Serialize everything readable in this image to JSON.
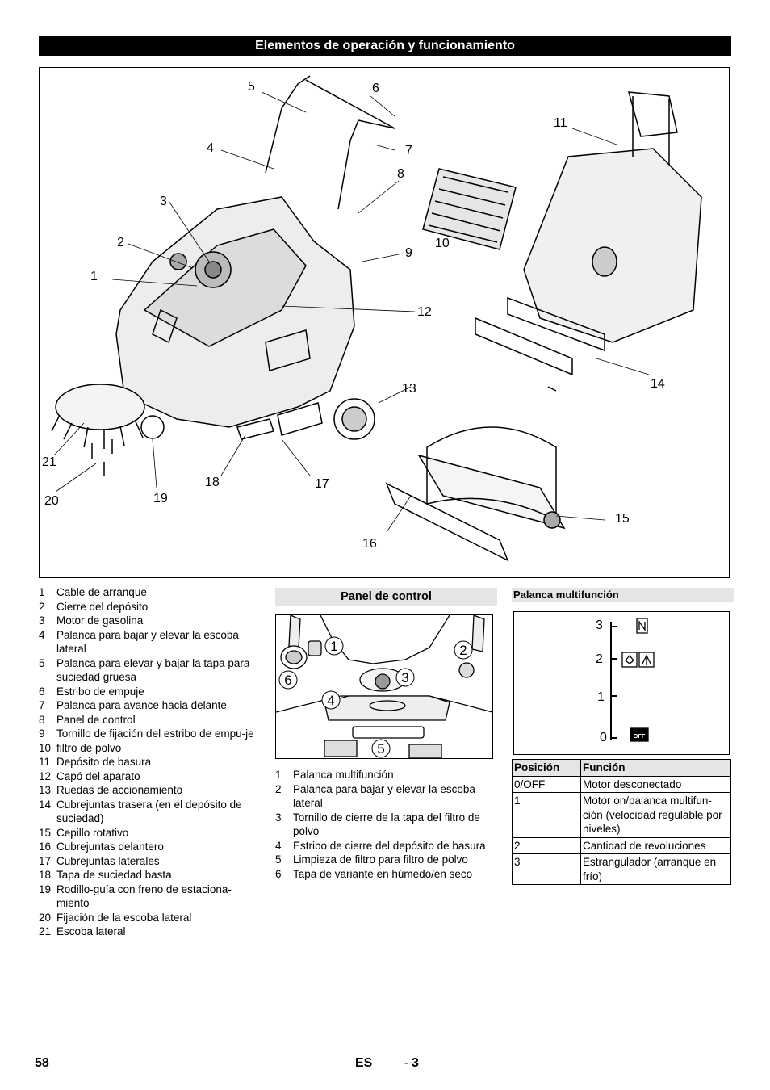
{
  "header": {
    "title": "Elementos de operación y funcionamiento"
  },
  "figure_callouts": [
    "1",
    "2",
    "3",
    "4",
    "5",
    "6",
    "7",
    "8",
    "9",
    "10",
    "11",
    "12",
    "13",
    "14",
    "15",
    "16",
    "17",
    "18",
    "19",
    "20",
    "21"
  ],
  "parts_list": [
    {
      "n": "1",
      "t": "Cable de arranque"
    },
    {
      "n": "2",
      "t": "Cierre del depósito"
    },
    {
      "n": "3",
      "t": "Motor de gasolina"
    },
    {
      "n": "4",
      "t": "Palanca para bajar y elevar la escoba lateral"
    },
    {
      "n": "5",
      "t": "Palanca para elevar y bajar la tapa para suciedad gruesa"
    },
    {
      "n": "6",
      "t": "Estribo de empuje"
    },
    {
      "n": "7",
      "t": "Palanca para avance hacia delante"
    },
    {
      "n": "8",
      "t": "Panel de control"
    },
    {
      "n": "9",
      "t": "Tornillo de fijación del estribo de empu-je"
    },
    {
      "n": "10",
      "t": "filtro de polvo"
    },
    {
      "n": "11",
      "t": "Depósito de basura"
    },
    {
      "n": "12",
      "t": "Capó del aparato"
    },
    {
      "n": "13",
      "t": "Ruedas de accionamiento"
    },
    {
      "n": "14",
      "t": "Cubrejuntas trasera (en el depósito de suciedad)"
    },
    {
      "n": "15",
      "t": "Cepillo rotativo"
    },
    {
      "n": "16",
      "t": "Cubrejuntas delantero"
    },
    {
      "n": "17",
      "t": "Cubrejuntas laterales"
    },
    {
      "n": "18",
      "t": "Tapa de suciedad basta"
    },
    {
      "n": "19",
      "t": "Rodillo-guía con freno de estaciona-miento"
    },
    {
      "n": "20",
      "t": "Fijación de la escoba lateral"
    },
    {
      "n": "21",
      "t": "Escoba lateral"
    }
  ],
  "control_panel": {
    "title": "Panel de control",
    "callouts": [
      "1",
      "2",
      "3",
      "4",
      "5",
      "6"
    ],
    "items": [
      {
        "n": "1",
        "t": "Palanca multifunción"
      },
      {
        "n": "2",
        "t": "Palanca para bajar y elevar la escoba lateral"
      },
      {
        "n": "3",
        "t": "Tornillo de cierre de la tapa del filtro de polvo"
      },
      {
        "n": "4",
        "t": "Estribo de cierre del depósito de basura"
      },
      {
        "n": "5",
        "t": "Limpieza de filtro para filtro de polvo"
      },
      {
        "n": "6",
        "t": "Tapa de variante en húmedo/en seco"
      }
    ]
  },
  "multifunction": {
    "title": "Palanca multifunción",
    "levels": [
      "3",
      "2",
      "1",
      "0"
    ],
    "off_label": "OFF",
    "table_headers": [
      "Posición",
      "Función"
    ],
    "rows": [
      [
        "0/OFF",
        "Motor desconectado"
      ],
      [
        "1",
        "Motor on/palanca multifun-ción (velocidad regulable por niveles)"
      ],
      [
        "2",
        "Cantidad de revoluciones"
      ],
      [
        "3",
        "Estrangulador (arranque en frío)"
      ]
    ]
  },
  "footer": {
    "page": "58",
    "lang": "ES",
    "sep": "-",
    "num": "3"
  }
}
